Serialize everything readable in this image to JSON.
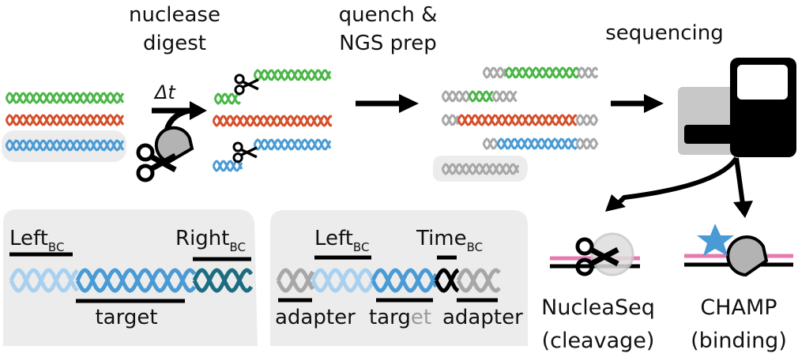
{
  "step_labels": {
    "nuclease_line1": "nuclease",
    "nuclease_line2": "digest",
    "quench_line1": "quench &",
    "quench_line2": "NGS prep",
    "sequencing": "sequencing",
    "delta_t": "Δt"
  },
  "left_panel": {
    "left": "Left",
    "left_sub": "BC",
    "right": "Right",
    "right_sub": "BC",
    "target": "target"
  },
  "middle_panel": {
    "left": "Left",
    "left_sub": "BC",
    "time": "Time",
    "time_sub": "BC",
    "adapter_left": "adapter",
    "target_dark": "targ",
    "target_light": "et",
    "adapter_right": "adapter"
  },
  "outputs": {
    "nucleaseq_line1": "NucleaSeq",
    "nucleaseq_line2": "(cleavage)",
    "champ_line1": "CHAMP",
    "champ_line2": "(binding)"
  },
  "colors": {
    "green": "#4cb648",
    "orange": "#d5502b",
    "blue": "#4a9bd5",
    "light_blue": "#a9d1ef",
    "teal": "#1d6d82",
    "gray": "#a7a7a7",
    "panel_gray": "#ececec",
    "pink": "#e67ab0",
    "star_blue": "#4a9bd5"
  }
}
